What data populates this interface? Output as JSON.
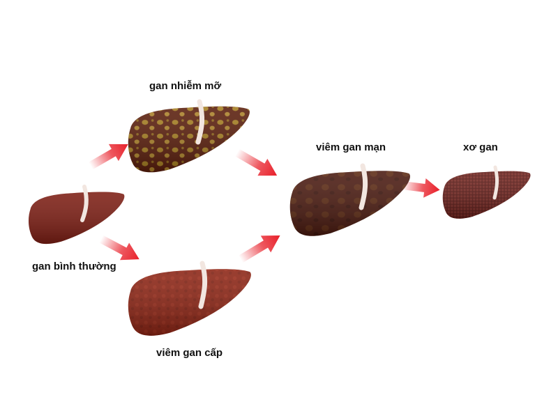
{
  "colors": {
    "background": "#ffffff",
    "arrow": "#e8202a",
    "ligament": "#f2e6e0",
    "normal_liver": "#7d1e14",
    "fatty_liver": "#5a1e0c",
    "fat_spots": "#b89526",
    "acute_hepatitis_liver": "#8c2414",
    "chronic_hepatitis_liver": "#4a1a10",
    "cirrhosis_liver": "#5c1a16"
  },
  "stages": {
    "normal": {
      "label": "gan bình thường",
      "icon": "normal-liver-icon"
    },
    "fatty": {
      "label": "gan nhiễm mỡ",
      "icon": "fatty-liver-icon"
    },
    "acute": {
      "label": "viêm gan cấp",
      "icon": "acute-hepatitis-liver-icon"
    },
    "chronic": {
      "label": "viêm gan mạn",
      "icon": "chronic-hepatitis-liver-icon"
    },
    "cirrhosis": {
      "label": "xơ gan",
      "icon": "cirrhosis-liver-icon"
    }
  },
  "transitions": [
    {
      "from": "gan bình thường",
      "to": "gan nhiễm mỡ"
    },
    {
      "from": "gan bình thường",
      "to": "viêm gan cấp"
    },
    {
      "from": "gan nhiễm mỡ",
      "to": "viêm gan mạn"
    },
    {
      "from": "viêm gan cấp",
      "to": "viêm gan mạn"
    },
    {
      "from": "viêm gan mạn",
      "to": "xơ gan"
    }
  ]
}
